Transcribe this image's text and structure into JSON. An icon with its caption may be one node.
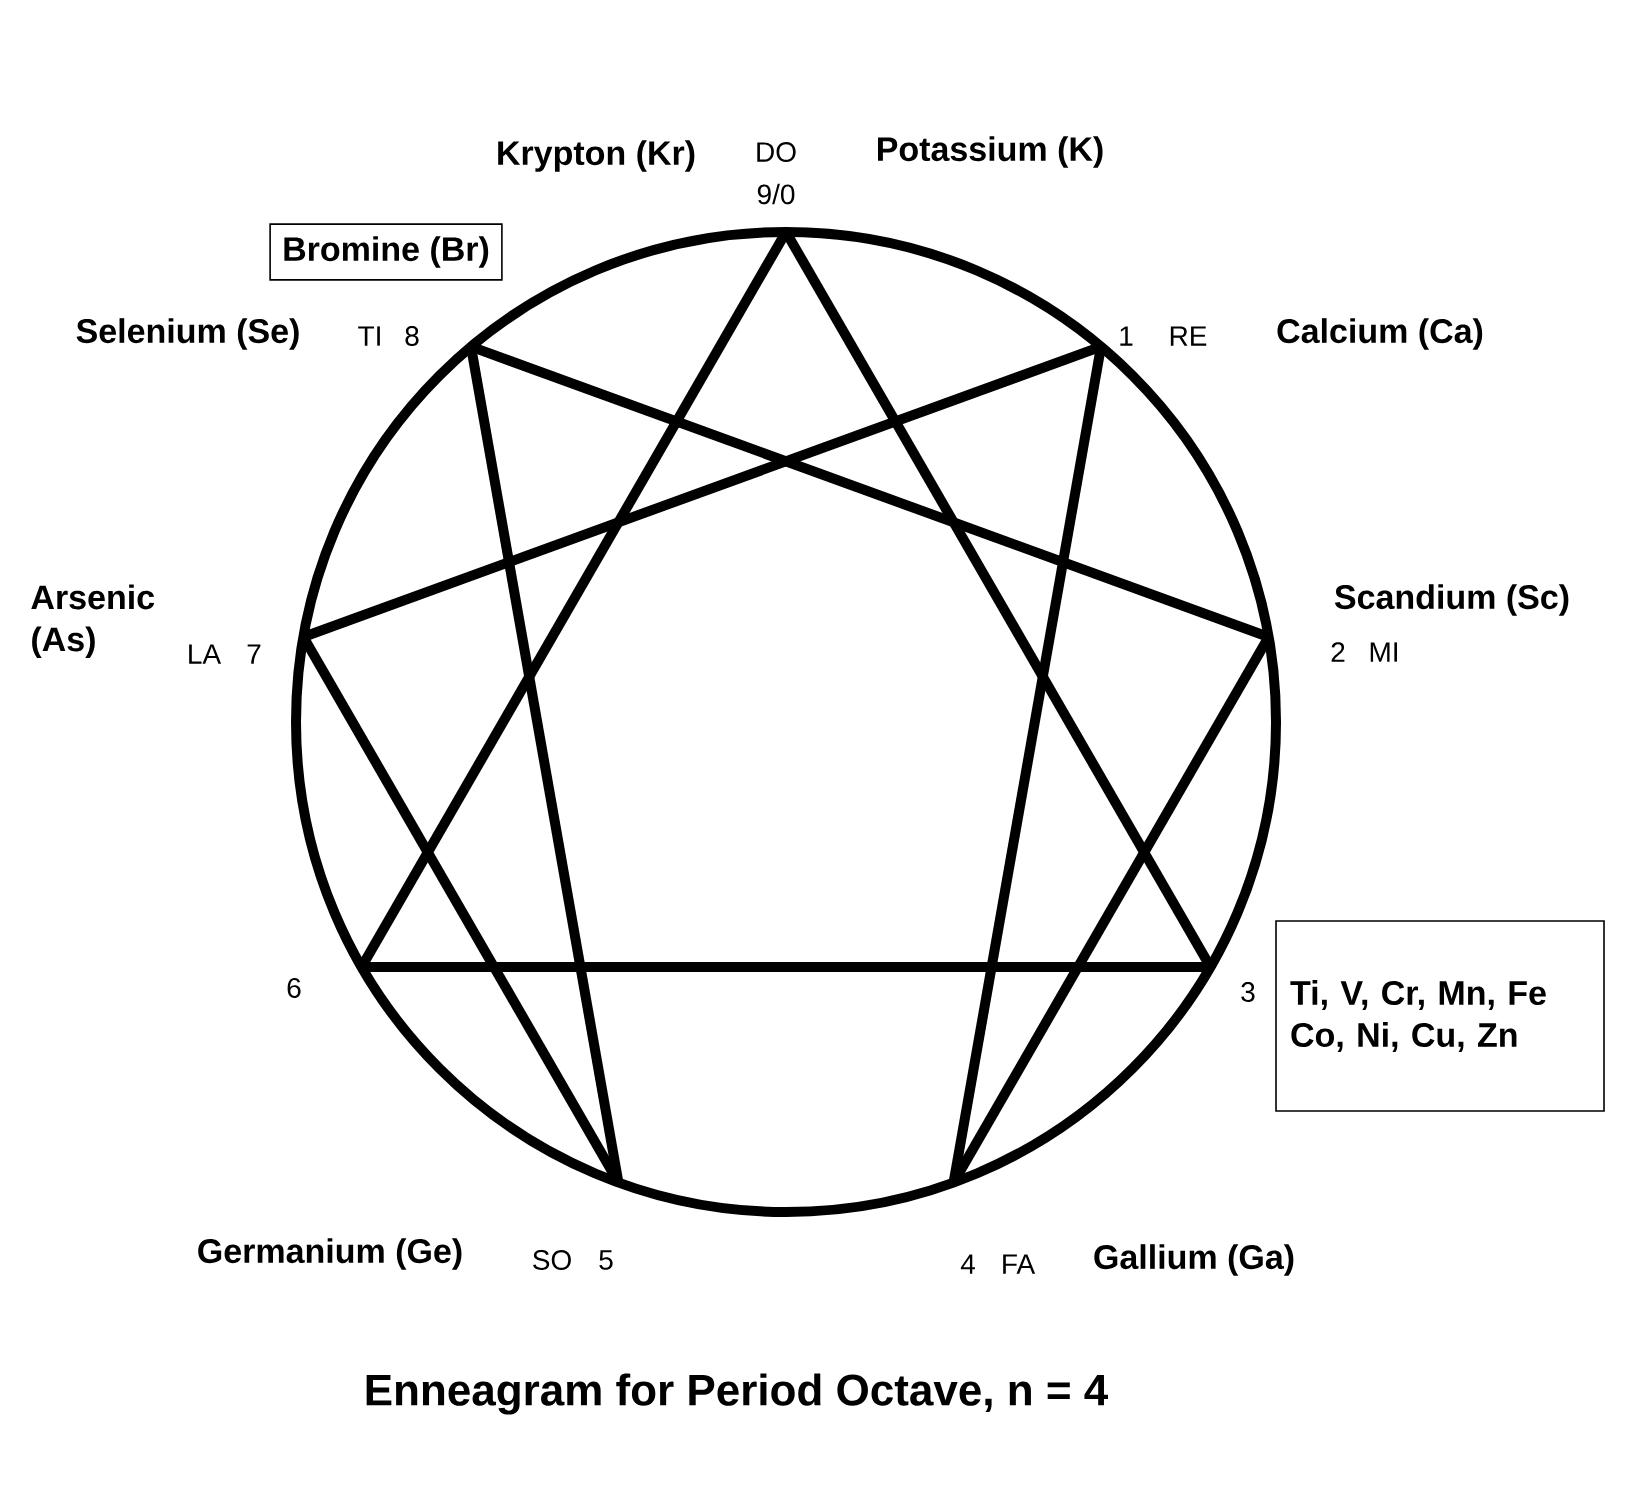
{
  "diagram": {
    "caption": "Enneagram for Period Octave,  n = 4",
    "nodes": [
      {
        "text": [
          "Bromine (Br)"
        ]
      },
      {
        "text": [
          "Ti, V, Cr, Mn, Fe Co, Ni, Cu, Zn"
        ]
      }
    ],
    "labels": [
      "Krypton (Kr)",
      "DO",
      "9/0",
      "Potassium (K)",
      "Selenium (Se)",
      "TI",
      "8",
      "1",
      "RE",
      "Calcium (Ca)",
      "Arsenic (As)",
      "LA",
      "7",
      "Scandium (Sc)",
      "2",
      "MI",
      "6",
      "3",
      "Germanium (Ge)",
      "SO",
      "5",
      "4",
      "FA",
      "Gallium (Ga)"
    ]
  }
}
